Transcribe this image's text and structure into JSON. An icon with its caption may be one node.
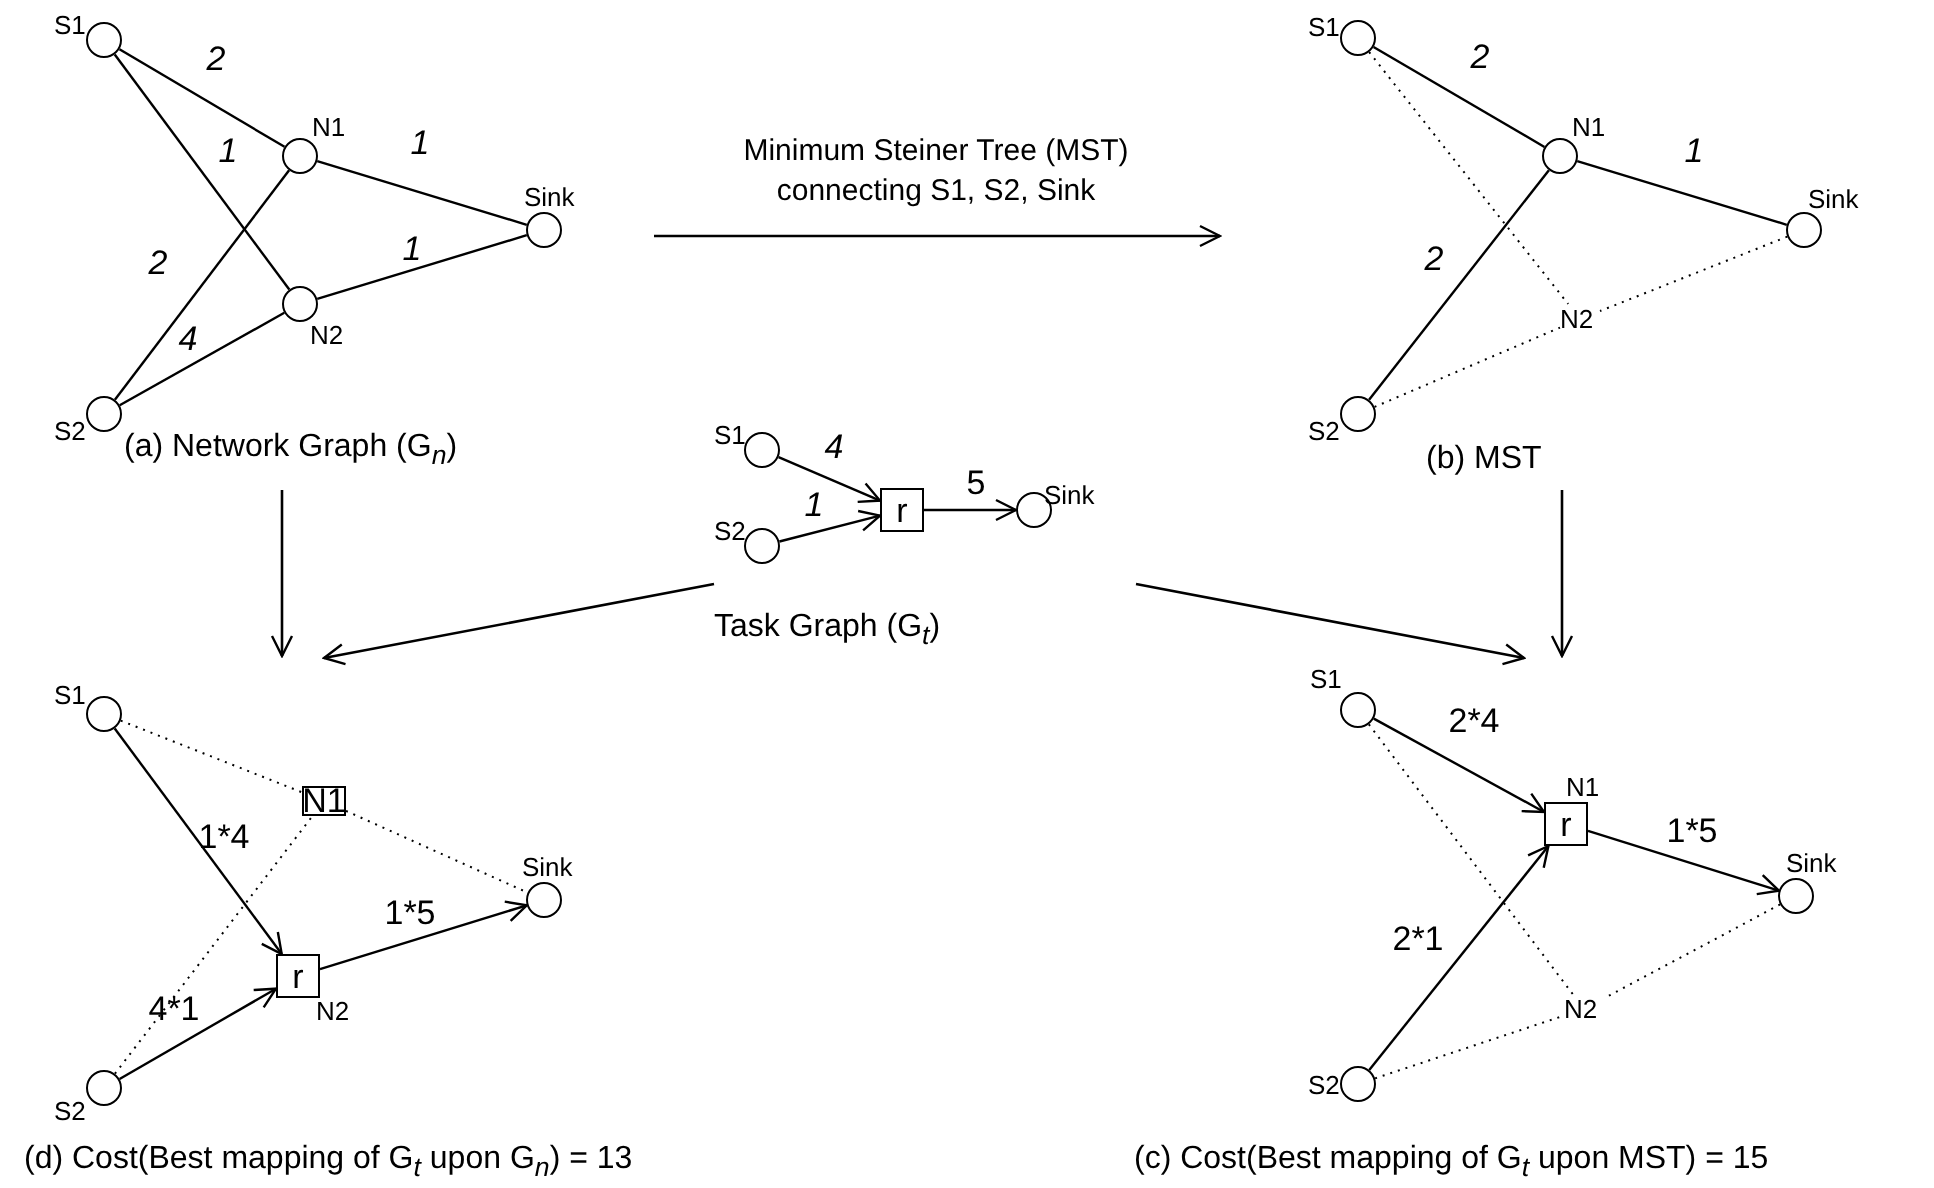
{
  "diagram": {
    "nodes": [
      {
        "text": [],
        "shape": "circle",
        "beside": [
          "S1"
        ]
      },
      {
        "text": [],
        "shape": "circle",
        "beside": [
          "N1"
        ]
      },
      {
        "text": [],
        "shape": "circle",
        "beside": [
          "Sink"
        ]
      },
      {
        "text": [],
        "shape": "circle",
        "beside": [
          "N2"
        ]
      },
      {
        "text": [],
        "shape": "circle",
        "beside": [
          "S2"
        ]
      },
      {
        "text": [],
        "shape": "circle",
        "beside": [
          "S1"
        ]
      },
      {
        "text": [],
        "shape": "circle",
        "beside": [
          "N1"
        ]
      },
      {
        "text": [],
        "shape": "circle",
        "beside": [
          "Sink"
        ]
      },
      {
        "text": [
          "N2"
        ]
      },
      {
        "text": [],
        "shape": "circle",
        "beside": [
          "S2"
        ]
      },
      {
        "text": [],
        "shape": "circle",
        "beside": [
          "S1"
        ]
      },
      {
        "text": [],
        "shape": "circle",
        "beside": [
          "S2"
        ]
      },
      {
        "text": [
          "r"
        ]
      },
      {
        "text": [],
        "shape": "circle",
        "beside": [
          "Sink"
        ]
      },
      {
        "text": [],
        "shape": "circle",
        "beside": [
          "S1"
        ]
      },
      {
        "text": [
          "N1"
        ]
      },
      {
        "text": [],
        "shape": "circle",
        "beside": [
          "Sink"
        ]
      },
      {
        "text": [
          "r"
        ],
        "beside": [
          "N2"
        ]
      },
      {
        "text": [],
        "shape": "circle",
        "beside": [
          "S2"
        ]
      },
      {
        "text": [],
        "shape": "circle",
        "beside": [
          "S1"
        ]
      },
      {
        "text": [
          "r"
        ],
        "beside": [
          "N1"
        ]
      },
      {
        "text": [],
        "shape": "circle",
        "beside": [
          "Sink"
        ]
      },
      {
        "text": [
          "N2"
        ]
      },
      {
        "text": [],
        "shape": "circle",
        "beside": [
          "S2"
        ]
      }
    ],
    "edges": [
      {
        "from": 0,
        "to": 1,
        "arrow": "none",
        "label": "2"
      },
      {
        "from": 0,
        "to": 3,
        "arrow": "none",
        "label": "1"
      },
      {
        "from": 1,
        "to": 2,
        "arrow": "none",
        "label": "1"
      },
      {
        "from": 3,
        "to": 2,
        "arrow": "none",
        "label": "1"
      },
      {
        "from": 4,
        "to": 1,
        "arrow": "none",
        "label": "2"
      },
      {
        "from": 4,
        "to": 3,
        "arrow": "none",
        "label": "4"
      },
      {
        "from": 5,
        "to": 6,
        "arrow": "none",
        "label": "2"
      },
      {
        "from": 6,
        "to": 7,
        "arrow": "none",
        "label": "1"
      },
      {
        "from": 9,
        "to": 6,
        "arrow": "none",
        "label": "2"
      },
      {
        "from": 5,
        "to": 8,
        "arrow": "none",
        "style": "dashed"
      },
      {
        "from": 9,
        "to": 8,
        "arrow": "none",
        "style": "dashed"
      },
      {
        "from": 7,
        "to": 8,
        "arrow": "none",
        "style": "dashed"
      },
      {
        "from": 10,
        "to": 12,
        "arrow": "to",
        "label": "4"
      },
      {
        "from": 11,
        "to": 12,
        "arrow": "to",
        "label": "1"
      },
      {
        "from": 12,
        "to": 13,
        "arrow": "to",
        "label": "5"
      },
      {
        "from": 14,
        "to": 17,
        "arrow": "to",
        "label": "1*4"
      },
      {
        "from": 18,
        "to": 17,
        "arrow": "to",
        "label": "4*1"
      },
      {
        "from": 17,
        "to": 16,
        "arrow": "to",
        "label": "1*5"
      },
      {
        "from": 14,
        "to": 15,
        "arrow": "none",
        "style": "dashed"
      },
      {
        "from": 15,
        "to": 16,
        "arrow": "none",
        "style": "dashed"
      },
      {
        "from": 18,
        "to": 15,
        "arrow": "none",
        "style": "dashed"
      },
      {
        "from": 19,
        "to": 20,
        "arrow": "to",
        "label": "2*4"
      },
      {
        "from": 23,
        "to": 20,
        "arrow": "to",
        "label": "2*1"
      },
      {
        "from": 20,
        "to": 21,
        "arrow": "to",
        "label": "1*5"
      },
      {
        "from": 19,
        "to": 22,
        "arrow": "none",
        "style": "dashed"
      },
      {
        "from": 23,
        "to": 22,
        "arrow": "none",
        "style": "dashed"
      },
      {
        "from": 21,
        "to": 22,
        "arrow": "none",
        "style": "dashed"
      }
    ],
    "labels": [
      "(a) Network Graph (G$_{n}$)",
      "Minimum Steiner Tree (MST) connecting S1, S2, Sink",
      "(b) MST",
      "Task Graph (G$_{t}$)",
      "(d) Cost(Best mapping of G$_{t}$ upon G$_{n}$) = 13",
      "(c) Cost(Best mapping of G$_{t}$ upon MST) = 15"
    ]
  }
}
